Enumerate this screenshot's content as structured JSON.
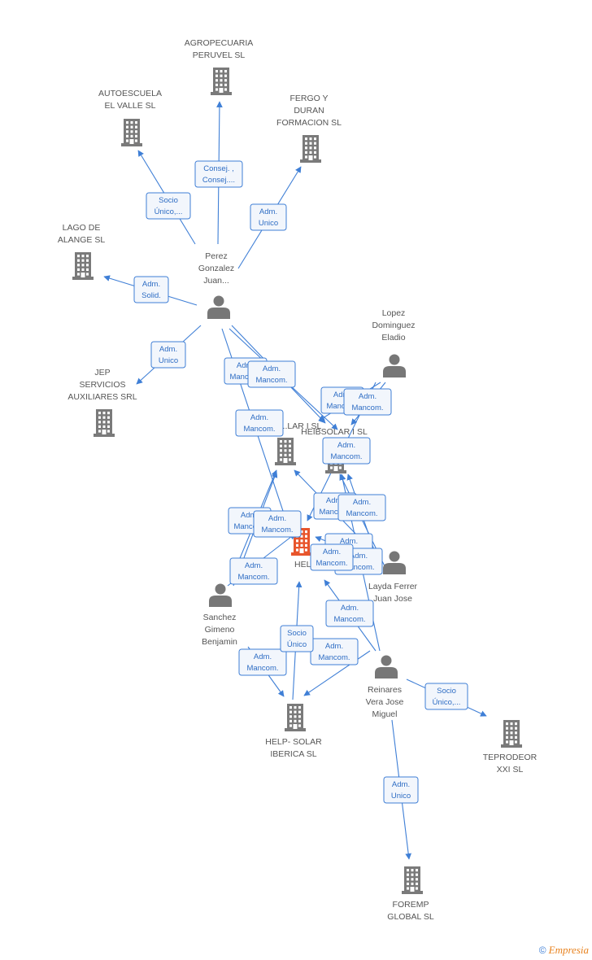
{
  "colors": {
    "building": "#7a7a7a",
    "focus_building": "#e8552c",
    "person": "#777777",
    "edge": "#3f7fd6",
    "label": "#555555"
  },
  "nodes": [
    {
      "id": "agropecuaria",
      "type": "company",
      "label": [
        "AGROPECUARIA",
        "PERUVEL SL"
      ]
    },
    {
      "id": "autoescuela",
      "type": "company",
      "label": [
        "AUTOESCUELA",
        "EL VALLE SL"
      ]
    },
    {
      "id": "fergo",
      "type": "company",
      "label": [
        "FERGO Y",
        "DURAN",
        "FORMACION SL"
      ]
    },
    {
      "id": "lago",
      "type": "company",
      "label": [
        "LAGO DE",
        "ALANGE SL"
      ]
    },
    {
      "id": "jep",
      "type": "company",
      "label": [
        "JEP",
        "SERVICIOS",
        "AUXILIARES SRL"
      ]
    },
    {
      "id": "perez",
      "type": "person",
      "label": [
        "Perez",
        "Gonzalez",
        "Juan..."
      ]
    },
    {
      "id": "lopez",
      "type": "person",
      "label": [
        "Lopez",
        "Dominguez",
        "Eladio"
      ]
    },
    {
      "id": "helpsolar1",
      "type": "company",
      "label": [
        "...LAR I SL"
      ]
    },
    {
      "id": "heibsolar",
      "type": "company",
      "label": [
        "HEIBSOLAR I SL"
      ]
    },
    {
      "id": "helpie",
      "type": "focus",
      "label": [
        "HELPIE..."
      ]
    },
    {
      "id": "layda",
      "type": "person",
      "label": [
        "Layda Ferrer",
        "Juan Jose"
      ]
    },
    {
      "id": "sanchez",
      "type": "person",
      "label": [
        "Sanchez",
        "Gimeno",
        "Benjamin"
      ]
    },
    {
      "id": "reinares",
      "type": "person",
      "label": [
        "Reinares",
        "Vera Jose",
        "Miguel"
      ]
    },
    {
      "id": "helpsolar_iberica",
      "type": "company",
      "label": [
        "HELP- SOLAR",
        "IBERICA SL"
      ]
    },
    {
      "id": "teprodeor",
      "type": "company",
      "label": [
        "TEPRODEOR",
        "XXI SL"
      ]
    },
    {
      "id": "foremp",
      "type": "company",
      "label": [
        "FOREMP",
        "GLOBAL SL"
      ]
    }
  ],
  "edges": [
    {
      "from": "perez",
      "to": "autoescuela",
      "label": [
        "Socio",
        "Único,..."
      ]
    },
    {
      "from": "perez",
      "to": "agropecuaria",
      "label": [
        "Consej. ,",
        "Consej...."
      ]
    },
    {
      "from": "perez",
      "to": "fergo",
      "label": [
        "Adm.",
        "Unico"
      ]
    },
    {
      "from": "perez",
      "to": "lago",
      "label": [
        "Adm.",
        "Solid."
      ]
    },
    {
      "from": "perez",
      "to": "jep",
      "label": [
        "Adm.",
        "Unico"
      ]
    },
    {
      "from": "perez",
      "to": "heibsolar",
      "label": [
        "Adm.",
        "Mancom."
      ]
    },
    {
      "from": "perez",
      "to": "heibsolar",
      "label": [
        "Adm.",
        "Mancom."
      ]
    },
    {
      "from": "perez",
      "to": "helpsolar1",
      "label": [
        "Adm.",
        "Mancom."
      ]
    },
    {
      "from": "lopez",
      "to": "heibsolar",
      "label": [
        "Adm.",
        "Mancom."
      ]
    },
    {
      "from": "lopez",
      "to": "heibsolar",
      "label": [
        "Adm.",
        "Mancom."
      ]
    },
    {
      "from": "lopez",
      "to": "helpie",
      "label": [
        "Adm.",
        "Mancom."
      ]
    },
    {
      "from": "sanchez",
      "to": "helpsolar1",
      "label": [
        "Adm.",
        "Mancom."
      ]
    },
    {
      "from": "sanchez",
      "to": "helpie",
      "label": [
        "Adm.",
        "Mancom."
      ]
    },
    {
      "from": "sanchez",
      "to": "helpsolar1",
      "label": [
        "Adm.",
        "Mancom."
      ]
    },
    {
      "from": "layda",
      "to": "helpsolar1",
      "label": [
        "Adm.",
        "Mancom."
      ]
    },
    {
      "from": "layda",
      "to": "heibsolar",
      "label": [
        "Adm.",
        "Mancom."
      ]
    },
    {
      "from": "layda",
      "to": "helpie",
      "label": [
        "Adm.",
        "Mancom."
      ]
    },
    {
      "from": "layda",
      "to": "heibsolar",
      "label": [
        "Adm.",
        "Mancom."
      ]
    },
    {
      "from": "reinares",
      "to": "helpie",
      "label": [
        "Adm.",
        "Mancom."
      ]
    },
    {
      "from": "reinares",
      "to": "helpsolar_iberica",
      "label": [
        "Adm.",
        "Mancom."
      ]
    },
    {
      "from": "reinares",
      "to": "heibsolar",
      "label": [
        "Adm.",
        "Mancom."
      ]
    },
    {
      "from": "sanchez",
      "to": "helpsolar_iberica",
      "label": [
        "Adm.",
        "Mancom."
      ]
    },
    {
      "from": "helpie",
      "to": "helpsolar_iberica",
      "label": [
        "Socio",
        "Único"
      ]
    },
    {
      "from": "reinares",
      "to": "teprodeor",
      "label": [
        "Socio",
        "Único,..."
      ]
    },
    {
      "from": "reinares",
      "to": "foremp",
      "label": [
        "Adm.",
        "Unico"
      ]
    }
  ],
  "brand": {
    "copyright": "©",
    "name": "Empresia"
  }
}
